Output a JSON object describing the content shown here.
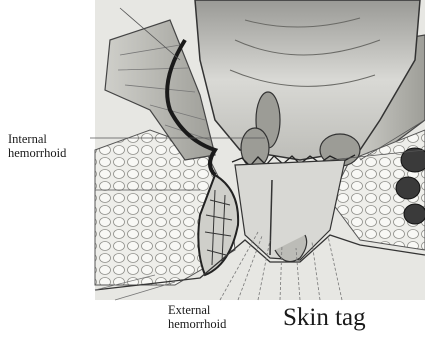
{
  "labels": {
    "internal": [
      "Internal",
      "hemorrhoid"
    ],
    "external": [
      "External",
      "hemorrhoid"
    ],
    "skin_tag": "Skin tag"
  }
}
